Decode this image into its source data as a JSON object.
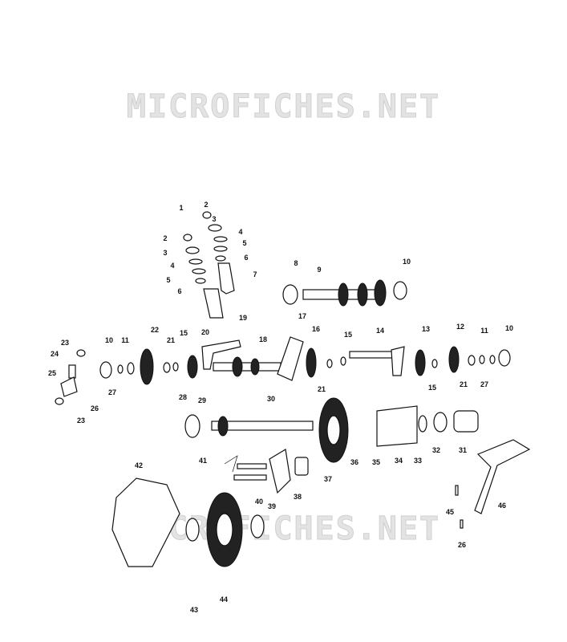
{
  "watermark": {
    "top_text": "MICROFICHES.NET",
    "bottom_text": "MICROFICHES.NET"
  },
  "callouts": [
    "1",
    "2",
    "3",
    "4",
    "5",
    "6",
    "7",
    "8",
    "9",
    "10",
    "11",
    "12",
    "13",
    "14",
    "15",
    "16",
    "17",
    "18",
    "19",
    "20",
    "21",
    "22",
    "23",
    "24",
    "25",
    "26",
    "27",
    "28",
    "29",
    "30",
    "31",
    "32",
    "33",
    "34",
    "35",
    "36",
    "37",
    "38",
    "39",
    "40",
    "41",
    "42",
    "43",
    "44",
    "45",
    "46"
  ],
  "callout_placements": [
    "1",
    "2",
    "2",
    "3",
    "3",
    "4",
    "4",
    "5",
    "5",
    "6",
    "6",
    "7",
    "8",
    "9",
    "10",
    "10",
    "10",
    "11",
    "11",
    "12",
    "13",
    "14",
    "15",
    "15",
    "15",
    "16",
    "17",
    "18",
    "19",
    "20",
    "21",
    "21",
    "21",
    "22",
    "23",
    "23",
    "24",
    "25",
    "26",
    "26",
    "27",
    "27",
    "28",
    "29",
    "30",
    "31",
    "32",
    "33",
    "34",
    "35",
    "36",
    "37",
    "38",
    "39",
    "40",
    "41",
    "42",
    "43",
    "44",
    "45",
    "46"
  ]
}
